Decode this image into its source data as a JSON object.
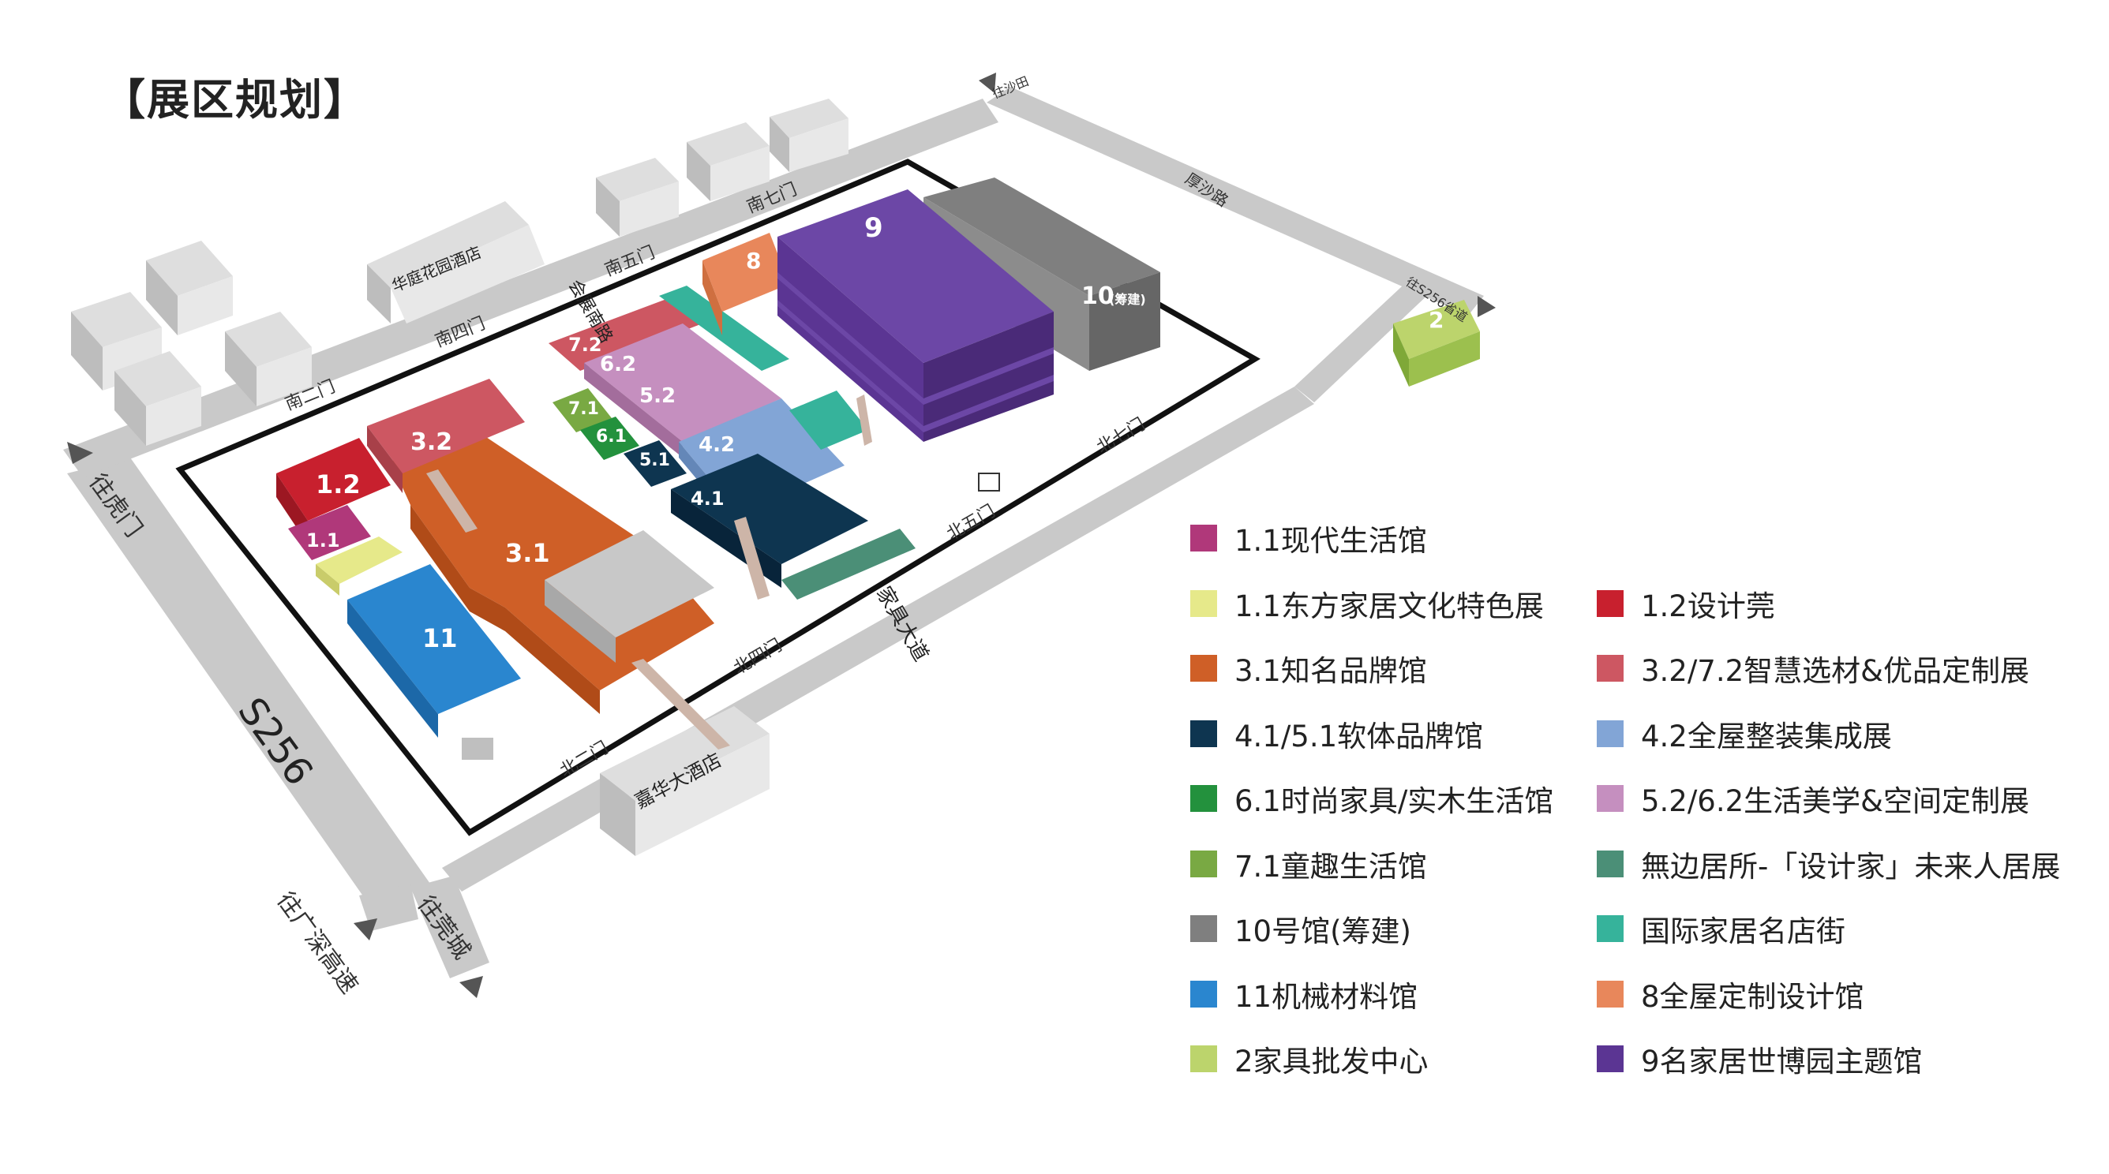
{
  "title": "【展区规划】",
  "colors": {
    "road": "#c9c9c9",
    "road_dark": "#a8a8a8",
    "building": "#dedede",
    "building_side": "#bdbdbd",
    "boundary": "#111111"
  },
  "roads": {
    "s256": "S256",
    "to_humen": "往虎门",
    "to_guangshen": "往广深高速",
    "to_guancheng": "往莞城",
    "to_houshalu": "往沙田",
    "housha_road": "厚沙路",
    "to_s256_top": "往S256省道",
    "jiaju_avenue": "家具大道",
    "huizhan_road": "会展南路"
  },
  "gates": {
    "south2": "南二门",
    "south4": "南四门",
    "south5": "南五门",
    "south7": "南七门",
    "north2": "北二门",
    "north4": "北四门",
    "north5": "北五门",
    "north7": "北七门"
  },
  "buildings": {
    "huating_hotel": "华庭花园酒店",
    "jiahua_hotel": "嘉华大酒店"
  },
  "halls": {
    "h1_2": "1.2",
    "h1_1": "1.1",
    "h3_2": "3.2",
    "h3_1": "3.1",
    "h11": "11",
    "h7_2": "7.2",
    "h6_2": "6.2",
    "h5_2": "5.2",
    "h7_1": "7.1",
    "h6_1": "6.1",
    "h5_1": "5.1",
    "h4_2": "4.2",
    "h4_1": "4.1",
    "h8": "8",
    "h9": "9",
    "h10": "10",
    "h10_sub": "(筹建)",
    "h2": "2"
  },
  "legend": [
    {
      "label": "1.1现代生活馆",
      "color": "#b0387a",
      "col": 0,
      "row": 0
    },
    {
      "label": "1.1东方家居文化特色展",
      "color": "#e6e98a",
      "col": 0,
      "row": 1
    },
    {
      "label": "1.2设计莞",
      "color": "#c8202e",
      "col": 1,
      "row": 1
    },
    {
      "label": "3.1知名品牌馆",
      "color": "#cf5f27",
      "col": 0,
      "row": 2
    },
    {
      "label": "3.2/7.2智慧选材&优品定制展",
      "color": "#cd5762",
      "col": 1,
      "row": 2
    },
    {
      "label": "4.1/5.1软体品牌馆",
      "color": "#0e3550",
      "col": 0,
      "row": 3
    },
    {
      "label": "4.2全屋整装集成展",
      "color": "#82a5d6",
      "col": 1,
      "row": 3
    },
    {
      "label": "6.1时尚家具/实木生活馆",
      "color": "#23913d",
      "col": 0,
      "row": 4
    },
    {
      "label": "5.2/6.2生活美学&空间定制展",
      "color": "#c58fbf",
      "col": 1,
      "row": 4
    },
    {
      "label": "7.1童趣生活馆",
      "color": "#79a943",
      "col": 0,
      "row": 5
    },
    {
      "label": "無边居所-「设计家」未来人居展",
      "color": "#4b8f77",
      "col": 1,
      "row": 5
    },
    {
      "label": "10号馆(筹建)",
      "color": "#7f7f7f",
      "col": 0,
      "row": 6
    },
    {
      "label": "国际家居名店街",
      "color": "#36b39b",
      "col": 1,
      "row": 6
    },
    {
      "label": "11机械材料馆",
      "color": "#2a86cf",
      "col": 0,
      "row": 7
    },
    {
      "label": "8全屋定制设计馆",
      "color": "#e8875b",
      "col": 1,
      "row": 7
    },
    {
      "label": "2家具批发中心",
      "color": "#bcd46c",
      "col": 0,
      "row": 8
    },
    {
      "label": "9名家居世博园主题馆",
      "color": "#5b3593",
      "col": 1,
      "row": 8
    }
  ]
}
